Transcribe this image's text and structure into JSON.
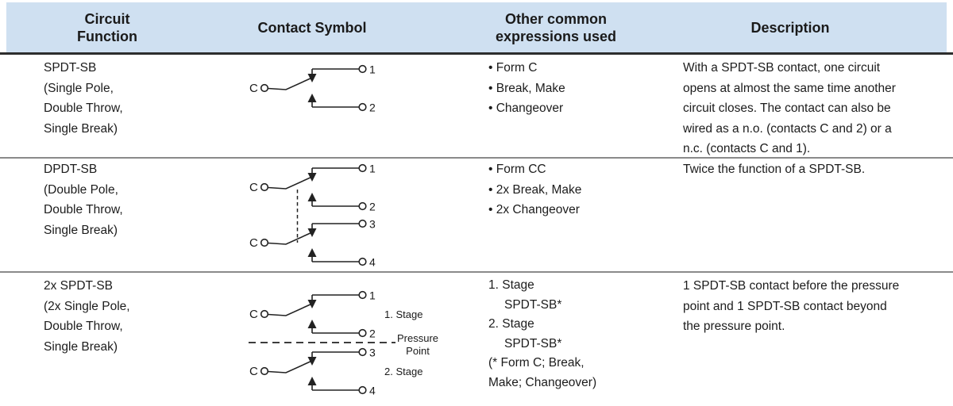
{
  "header": {
    "col1": [
      "Circuit",
      "Function"
    ],
    "col2": "Contact Symbol",
    "col3": [
      "Other common",
      "expressions used"
    ],
    "col4": "Description"
  },
  "symbol_labels": {
    "common": "C",
    "t1": "1",
    "t2": "2",
    "t3": "3",
    "t4": "4",
    "stage1": "1. Stage",
    "stage2": "2. Stage",
    "pressure1": "Pressure",
    "pressure2": "Point"
  },
  "rows": [
    {
      "function": [
        "SPDT-SB",
        "(Single Pole,",
        "Double Throw,",
        "Single Break)"
      ],
      "expressions": [
        "• Form C",
        "• Break, Make",
        "• Changeover"
      ],
      "description": [
        "With a SPDT-SB contact, one circuit",
        "opens at almost the same time another",
        "circuit closes. The contact can also be",
        "wired as a n.o. (contacts C and 2) or a",
        "n.c. (contacts C and 1)."
      ]
    },
    {
      "function": [
        "DPDT-SB",
        "(Double Pole,",
        "Double Throw,",
        "Single Break)"
      ],
      "expressions": [
        "• Form CC",
        "• 2x Break, Make",
        "• 2x Changeover"
      ],
      "description": [
        "Twice the function of a SPDT-SB."
      ]
    },
    {
      "function": [
        "2x SPDT-SB",
        "(2x Single Pole,",
        "Double Throw,",
        "Single Break)"
      ],
      "expressions": [
        "1. Stage",
        "SPDT-SB*",
        "2. Stage",
        "SPDT-SB*",
        "(* Form C; Break,",
        "Make; Changeover)"
      ],
      "description": [
        "1 SPDT-SB contact before the pressure",
        "point and 1 SPDT-SB contact beyond",
        "the pressure point."
      ]
    }
  ]
}
